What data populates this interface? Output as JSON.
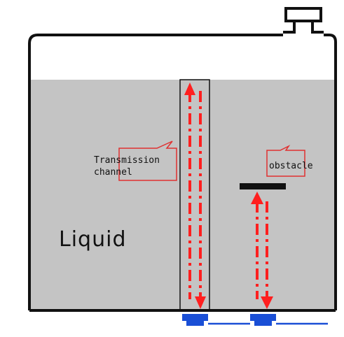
{
  "labels": {
    "liquid": "Liquid",
    "transmission_line1": "Transmission",
    "transmission_line2": "channel",
    "obstacle": "obstacle"
  },
  "colors": {
    "liquid_fill": "#c4c4c4",
    "tank_outline": "#111111",
    "signal_arrow": "#ff1f1f",
    "callout_border": "#e03030",
    "obstacle_bar": "#111111",
    "sensor_blue": "#1a4fd6"
  },
  "icons": {
    "sensor": "ultrasonic-transducer-icon",
    "vent": "tank-vent-icon"
  }
}
